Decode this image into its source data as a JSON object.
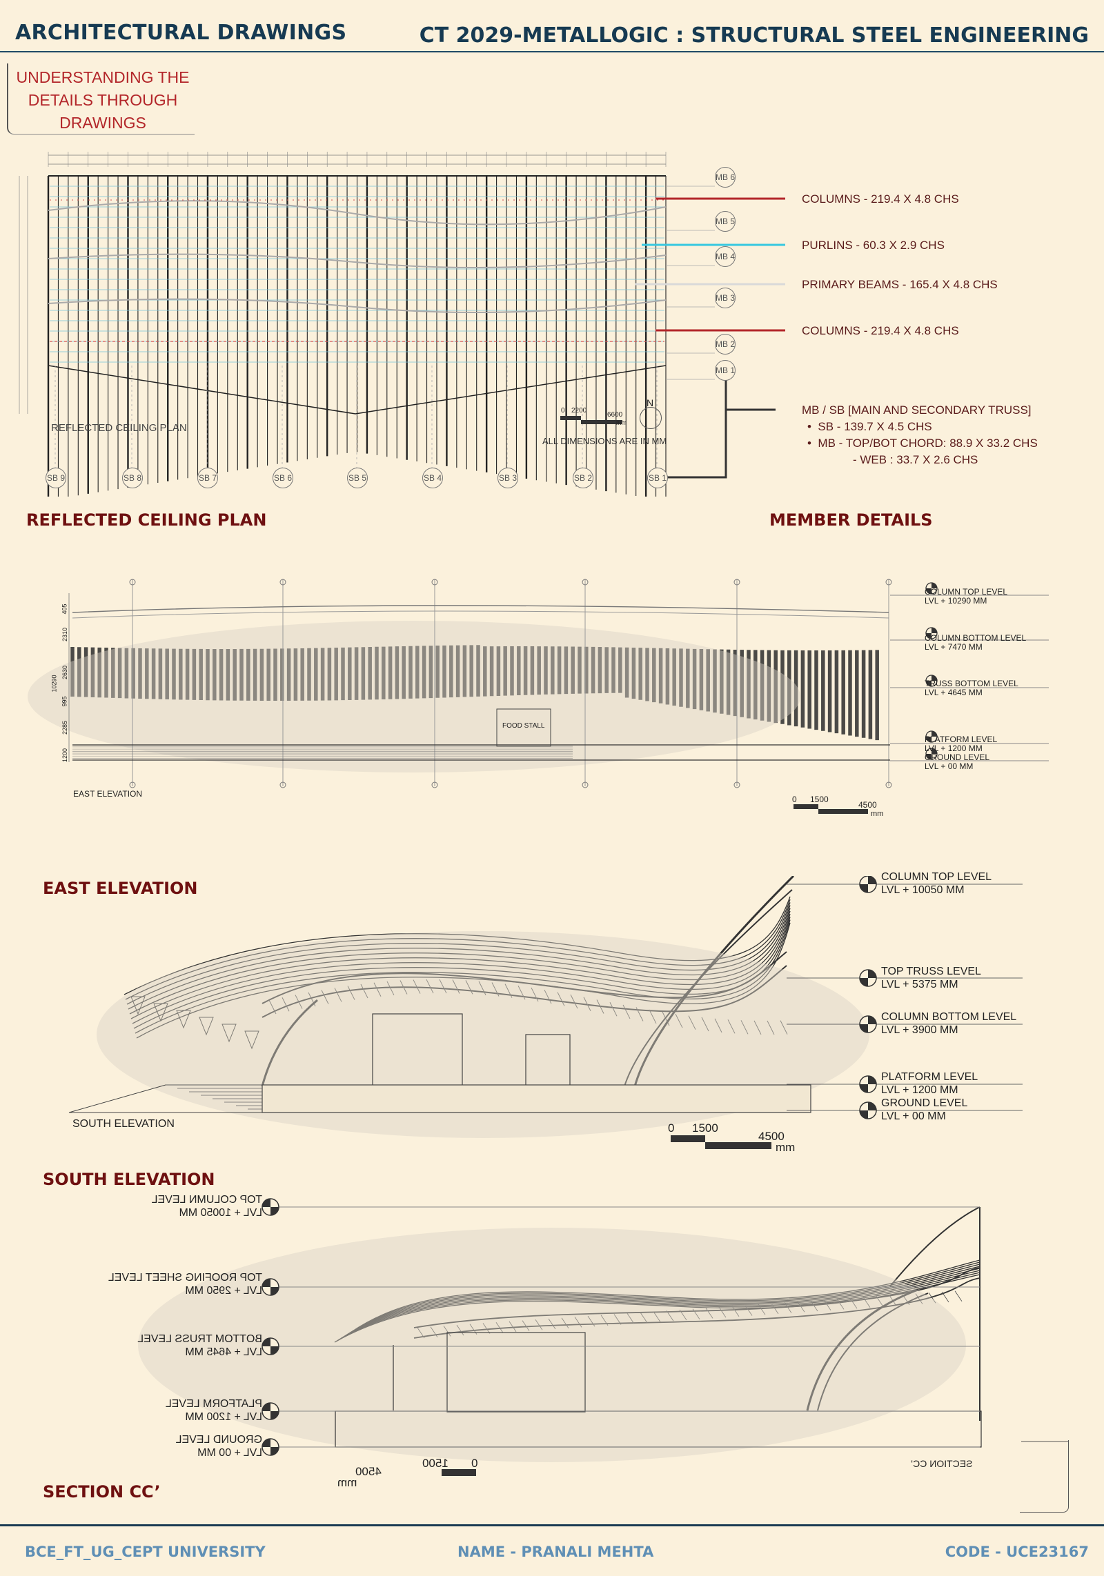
{
  "header": {
    "left_title": "ARCHITECTURAL DRAWINGS",
    "right_title": "CT 2029-METALLOGIC : STRUCTURAL STEEL ENGINEERING"
  },
  "intro": {
    "line1": "UNDERSTANDING THE",
    "line2": "DETAILS THROUGH",
    "line3": "DRAWINGS"
  },
  "ceiling_plan": {
    "title": "REFLECTED CEILING PLAN",
    "inner_label": "REFLECTED CEILING PLAN",
    "dims_note": "ALL DIMENSIONS ARE IN MM",
    "scale": {
      "zero": "0",
      "mid": "2200",
      "end": "6600",
      "unit": "mm"
    },
    "north": "N",
    "mb_bubbles": [
      "MB 6",
      "MB 5",
      "MB 4",
      "MB 3",
      "MB 2",
      "MB 1"
    ],
    "sb_bubbles": [
      "SB 9",
      "SB 8",
      "SB 7",
      "SB 6",
      "SB 5",
      "SB 4",
      "SB 3",
      "SB 2",
      "SB 1"
    ]
  },
  "member_details": {
    "title": "MEMBER DETAILS",
    "items": [
      {
        "label": "COLUMNS - 219.4 X 4.8 CHS",
        "color": "#b3262a"
      },
      {
        "label": "PURLINS - 60.3 X 2.9 CHS",
        "color": "#36c8e0"
      },
      {
        "label": "PRIMARY BEAMS - 165.4 X 4.8 CHS",
        "color": "#d9d9d9"
      },
      {
        "label": "COLUMNS - 219.4 X 4.8 CHS",
        "color": "#b3262a"
      }
    ],
    "truss_heading": "MB / SB [MAIN AND SECONDARY TRUSS]",
    "truss_sb": "SB - 139.7 X 4.5 CHS",
    "truss_mb": "MB - TOP/BOT CHORD: 88.9 X 33.2 CHS",
    "truss_web": "- WEB : 33.7 X 2.6 CHS"
  },
  "east_elevation": {
    "title": "EAST ELEVATION",
    "inner_label": "EAST ELEVATION",
    "food_stall": "FOOD STALL",
    "dims": [
      "405",
      "2310",
      "2630",
      "995",
      "2285",
      "1200"
    ],
    "total_dim": "10290",
    "scale": {
      "zero": "0",
      "mid": "1500",
      "end": "4500",
      "unit": "mm"
    },
    "levels": [
      {
        "name": "COLUMN TOP LEVEL",
        "value": "LVL + 10290 MM"
      },
      {
        "name": "COLUMN BOTTOM LEVEL",
        "value": "LVL + 7470 MM"
      },
      {
        "name": "TRUSS BOTTOM LEVEL",
        "value": "LVL + 4645 MM"
      },
      {
        "name": "PLATFORM LEVEL",
        "value": "LVL + 1200 MM"
      },
      {
        "name": "GROUND LEVEL",
        "value": "LVL + 00 MM"
      }
    ]
  },
  "south_elevation": {
    "title": "SOUTH ELEVATION",
    "inner_label": "SOUTH ELEVATION",
    "scale": {
      "zero": "0",
      "mid": "1500",
      "end": "4500",
      "unit": "mm"
    },
    "levels": [
      {
        "name": "COLUMN TOP LEVEL",
        "value": "LVL + 10050 MM"
      },
      {
        "name": "TOP TRUSS LEVEL",
        "value": "LVL + 5375 MM"
      },
      {
        "name": "COLUMN BOTTOM LEVEL",
        "value": "LVL + 3900 MM"
      },
      {
        "name": "PLATFORM LEVEL",
        "value": "LVL + 1200 MM"
      },
      {
        "name": "GROUND LEVEL",
        "value": "LVL + 00 MM"
      }
    ]
  },
  "section_cc": {
    "title": "SECTION CC’",
    "inner_label": "SECTION CC’",
    "scale": {
      "zero": "0",
      "mid": "1500",
      "end": "4500",
      "unit": "mm"
    },
    "levels": [
      {
        "name": "TOP COLUMN LEVEL",
        "value": "LVL + 10050 MM"
      },
      {
        "name": "TOP ROOFING SHEET LEVEL",
        "value": "LVL + 2950 MM"
      },
      {
        "name": "BOTTOM TRUSS LEVEL",
        "value": "LVL + 4645 MM"
      },
      {
        "name": "PLATFORM LEVEL",
        "value": "LVL + 1200 MM"
      },
      {
        "name": "GROUND LEVEL",
        "value": "LVL + 00 MM"
      }
    ]
  },
  "footer": {
    "left": "BCE_FT_UG_CEPT UNIVERSITY",
    "center": "NAME - PRANALI MEHTA",
    "right": "CODE - UCE23167"
  }
}
